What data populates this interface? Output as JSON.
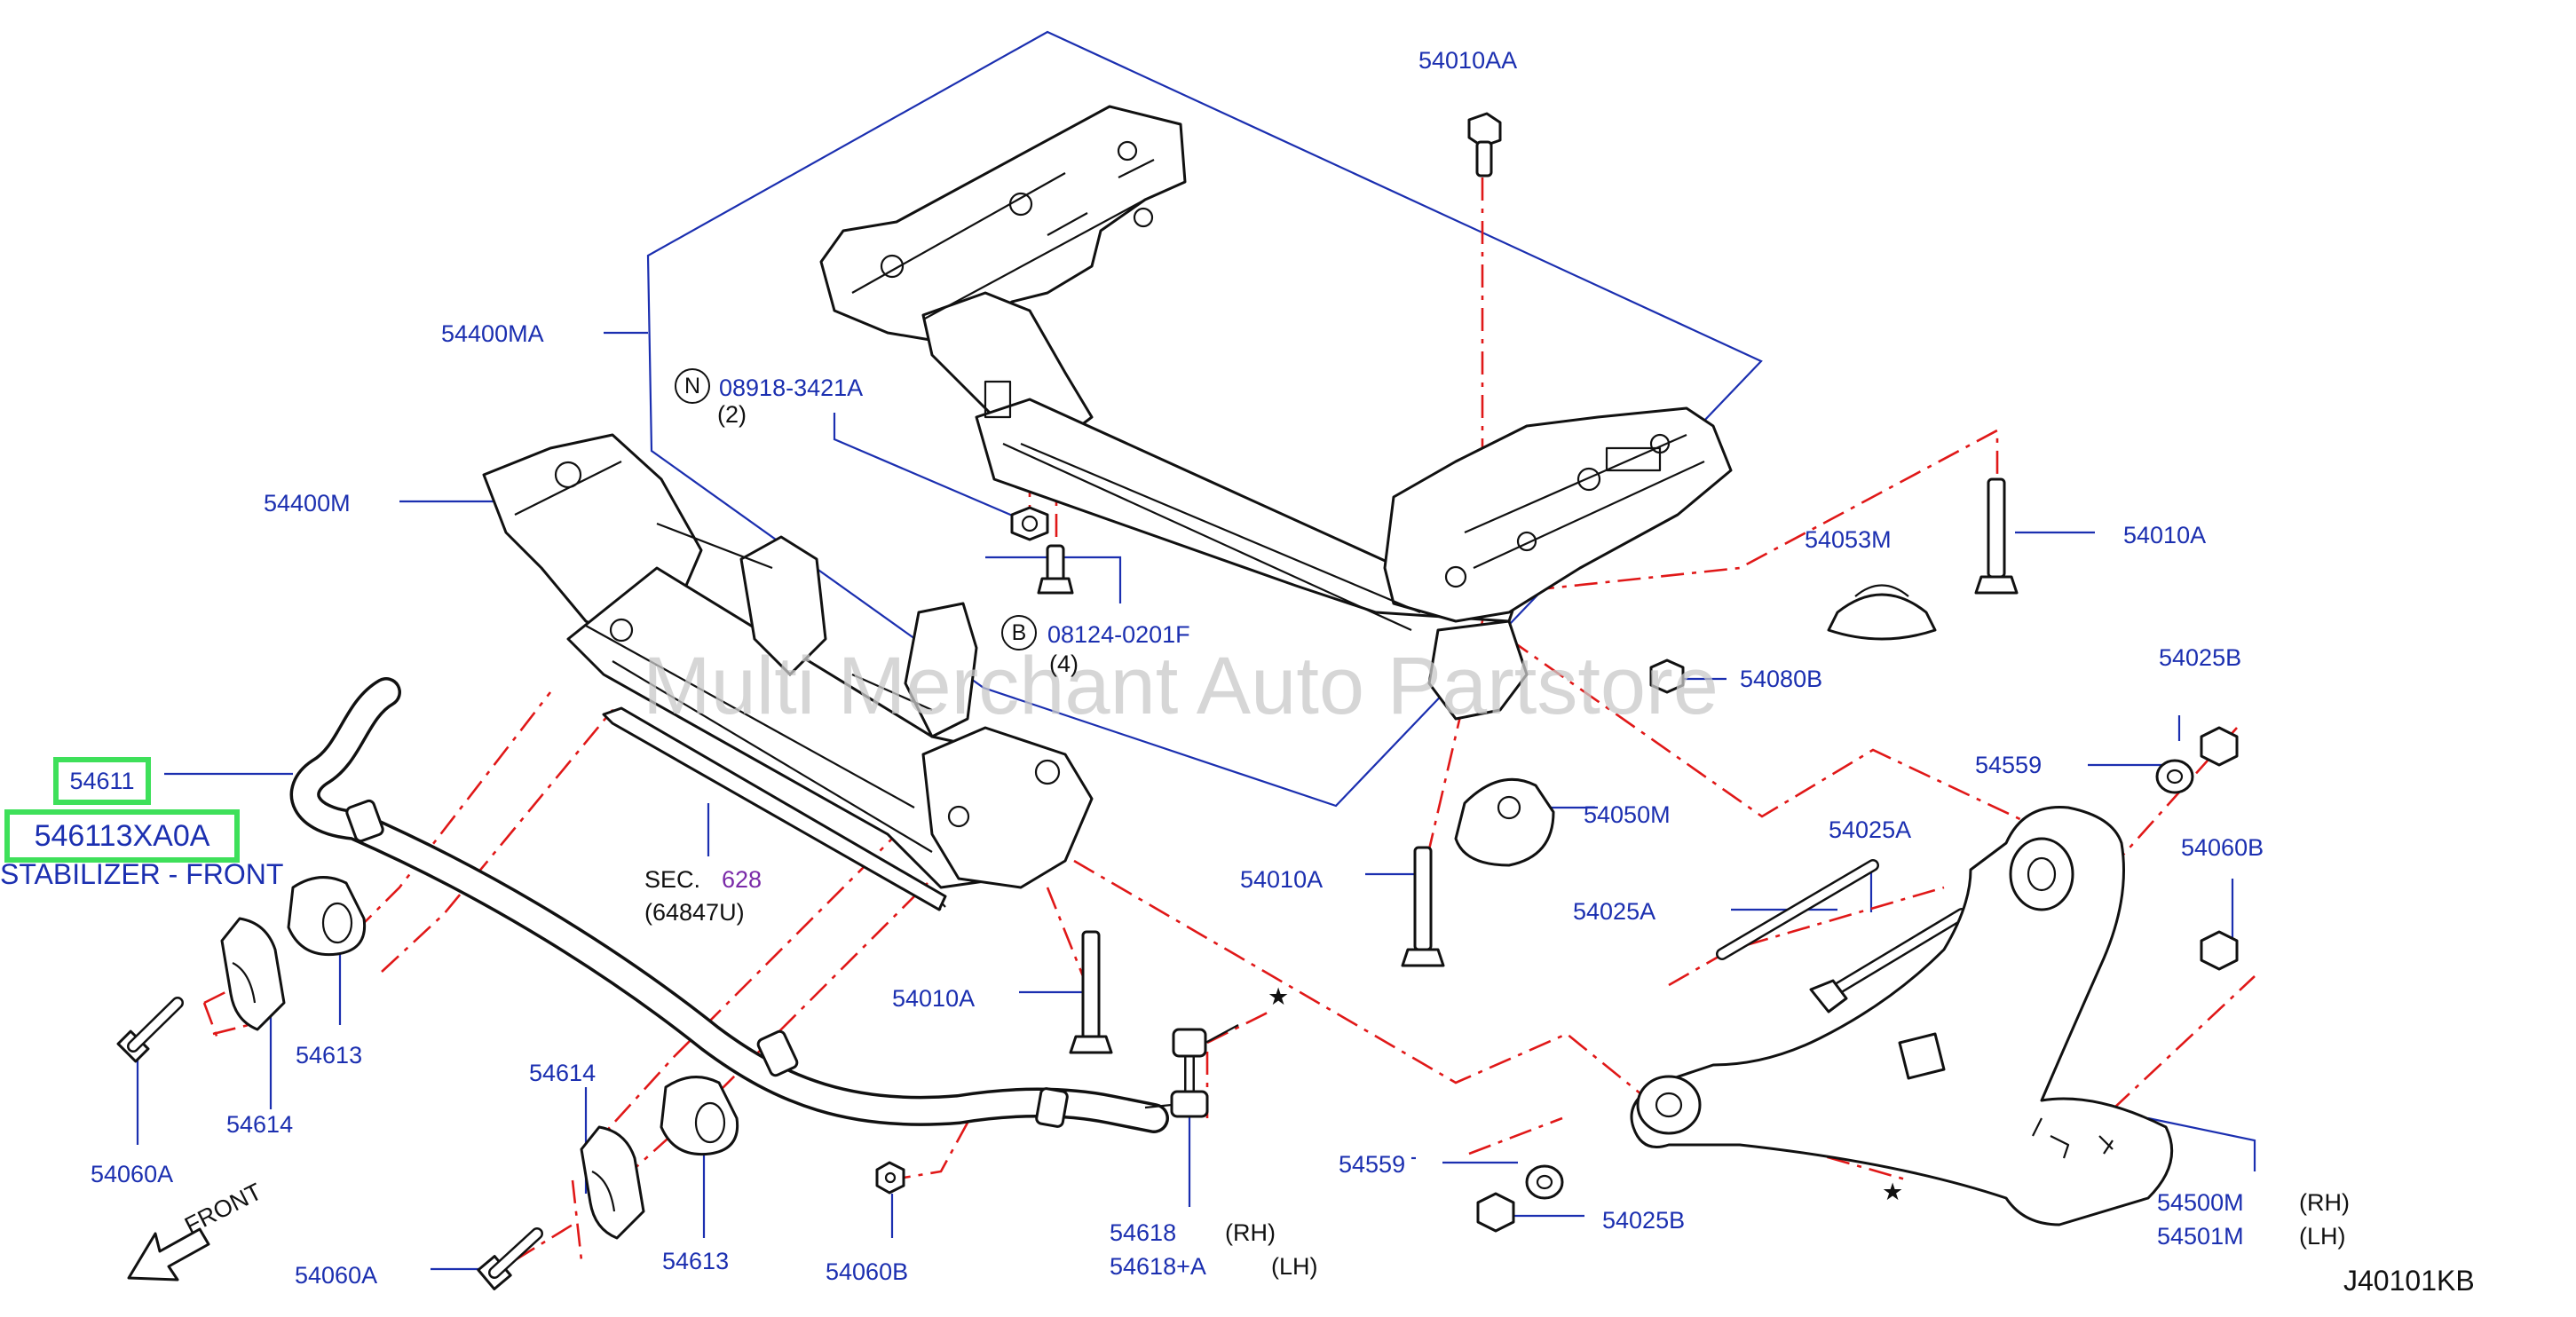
{
  "diagram_code": "J40101KB",
  "watermark": "Multi Merchant Auto Partstore",
  "highlight": {
    "part_ref": "54611",
    "part_number": "546113XA0A",
    "description": "STABILIZER - FRONT"
  },
  "labels": {
    "l54010AA": "54010AA",
    "l54400MA": "54400MA",
    "l08918": "08918-3421A",
    "q2": "(2)",
    "l54400M": "54400M",
    "l08124": "08124-0201F",
    "q4": "(4)",
    "l54053M": "54053M",
    "l54010A_r": "54010A",
    "l54080B": "54080B",
    "l54025B_r": "54025B",
    "l54559_top": "54559",
    "l54050M": "54050M",
    "l54025A_mid": "54025A",
    "l54060B_r": "54060B",
    "l54010A_c": "54010A",
    "l54025A_left": "54025A",
    "sec": "SEC.",
    "sec_num": "628",
    "sec_sub": "(64847U)",
    "l54010A_l": "54010A",
    "l54613_a": "54613",
    "l54614_a": "54614",
    "l54060A_a": "54060A",
    "l54614_b": "54614",
    "l54613_b": "54613",
    "l54060A_b": "54060A",
    "l54060B_b": "54060B",
    "l54618": "54618",
    "rh1": "(RH)",
    "l54618a": "54618+A",
    "lh1": "(LH)",
    "l54559_bot": "54559",
    "l54025B_bot": "54025B",
    "l54500M": "54500M",
    "rh2": "(RH)",
    "l54501M": "54501M",
    "lh2": "(LH)",
    "front": "FRONT",
    "n": "N",
    "b": "B",
    "star": "★"
  }
}
